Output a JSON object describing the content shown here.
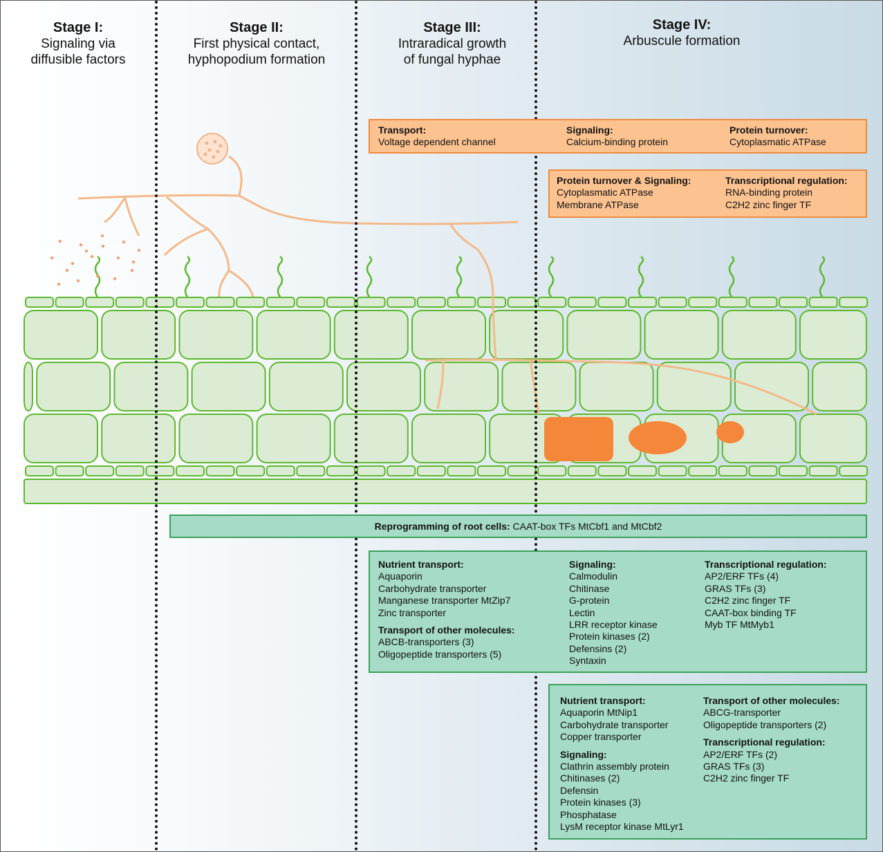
{
  "stages": [
    {
      "title": "Stage I:",
      "desc": [
        "Signaling via",
        "diffusible factors"
      ]
    },
    {
      "title": "Stage II:",
      "desc": [
        "First physical contact,",
        "hyphopodium formation"
      ]
    },
    {
      "title": "Stage III:",
      "desc": [
        "Intraradical growth",
        "of fungal hyphae"
      ]
    },
    {
      "title": "Stage IV:",
      "desc": [
        "Arbuscule formation"
      ]
    }
  ],
  "colors": {
    "orange_fill": "#fcc391",
    "orange_border": "#f08a3c",
    "green_fill": "#a6dcc7",
    "green_border": "#3aa05a",
    "cell_fill": "#dcecd4",
    "cell_border": "#5cb82e",
    "hyphae": "#f4b98a",
    "arbuscule": "#f5873a"
  },
  "orange_box_1": {
    "cols": [
      {
        "heading": "Transport:",
        "items": [
          "Voltage dependent channel"
        ]
      },
      {
        "heading": "Signaling:",
        "items": [
          "Calcium-binding protein"
        ]
      },
      {
        "heading": "Protein turnover:",
        "items": [
          "Cytoplasmatic ATPase"
        ]
      }
    ]
  },
  "orange_box_2": {
    "cols": [
      {
        "heading": "Protein turnover & Signaling:",
        "items": [
          "Cytoplasmatic ATPase",
          "Membrane ATPase"
        ]
      },
      {
        "heading": "Transcriptional regulation:",
        "items": [
          "RNA-binding protein",
          "C2H2 zinc finger TF"
        ]
      }
    ]
  },
  "reprogramming": {
    "bold": "Reprogramming of root cells:",
    "rest": " CAAT-box TFs MtCbf1 and MtCbf2"
  },
  "green_box_1": {
    "col1": [
      {
        "heading": "Nutrient transport:",
        "items": [
          "Aquaporin",
          "Carbohydrate transporter",
          "Manganese transporter MtZip7",
          "Zinc transporter"
        ]
      },
      {
        "heading": "Transport of other molecules:",
        "items": [
          "ABCB-transporters (3)",
          "Oligopeptide transporters (5)"
        ]
      }
    ],
    "col2": [
      {
        "heading": "Signaling:",
        "items": [
          "Calmodulin",
          "Chitinase",
          "G-protein",
          "Lectin",
          "LRR receptor kinase",
          "Protein kinases (2)",
          "Defensins (2)",
          "Syntaxin"
        ]
      }
    ],
    "col3": [
      {
        "heading": "Transcriptional regulation:",
        "items": [
          "AP2/ERF TFs (4)",
          "GRAS TFs (3)",
          "C2H2 zinc finger TF",
          "CAAT-box binding TF",
          "Myb TF MtMyb1"
        ]
      }
    ]
  },
  "green_box_2": {
    "col1": [
      {
        "heading": "Nutrient transport:",
        "items": [
          "Aquaporin MtNip1",
          "Carbohydrate transporter",
          "Copper transporter"
        ]
      },
      {
        "heading": "Signaling:",
        "items": [
          "Clathrin assembly protein",
          "Chitinases (2)",
          "Defensin",
          "Protein kinases (3)",
          "Phosphatase",
          "LysM receptor kinase MtLyr1"
        ]
      }
    ],
    "col2": [
      {
        "heading": "Transport of other molecules:",
        "items": [
          "ABCG-transporter",
          "Oligopeptide transporters (2)"
        ]
      },
      {
        "heading": "Transcriptional regulation:",
        "items": [
          "AP2/ERF TFs (2)",
          "GRAS TFs (3)",
          "C2H2 zinc finger TF"
        ]
      }
    ]
  }
}
